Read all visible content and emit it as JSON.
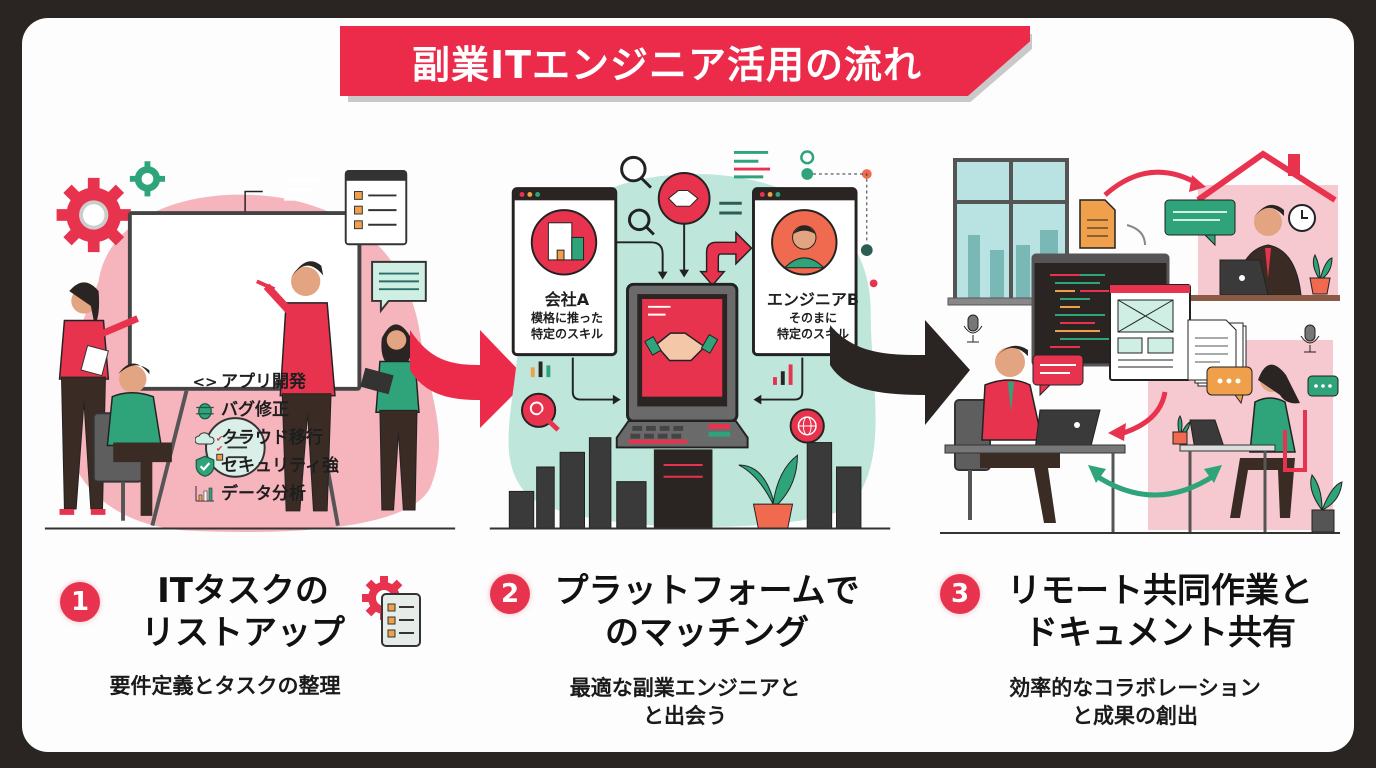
{
  "title": "副業ITエンジニア活用の流れ",
  "colors": {
    "accent": "#ec2b4b",
    "teal": "#2fa37a",
    "mint_bg": "#bfe6da",
    "pink_bg": "#f4a7b2",
    "dark": "#2a2522",
    "orange": "#f0a04b"
  },
  "panel1": {
    "board_items": [
      {
        "icon": "code-icon",
        "glyph": "<>",
        "label": "アプリ開発"
      },
      {
        "icon": "bug-icon",
        "glyph": "🐞",
        "label": "バグ修正"
      },
      {
        "icon": "cloud-icon",
        "glyph": "☁",
        "label": "クラウド移行"
      },
      {
        "icon": "shield-check-icon",
        "glyph": "✔",
        "label": "セキュリティ強"
      },
      {
        "icon": "bar-chart-icon",
        "glyph": "▮",
        "label": "データ分析"
      }
    ]
  },
  "panel2": {
    "company": {
      "name": "会社A",
      "desc_line1": "模格に推った",
      "desc_line2": "特定のスキル"
    },
    "engineer": {
      "name": "エンジニアB",
      "desc_line1": "そのまに",
      "desc_line2": "特定のスキル"
    }
  },
  "steps": [
    {
      "number": "1",
      "title_line1": "ITタスクの",
      "title_line2": "リストアップ",
      "sub_line1": "要件定義とタスクの整理",
      "sub_line2": ""
    },
    {
      "number": "2",
      "title_line1": "プラットフォームで",
      "title_line2": "のマッチング",
      "sub_line1": "最適な副業エンジニアと",
      "sub_line2": "と出会う"
    },
    {
      "number": "3",
      "title_line1": "リモート共同作業と",
      "title_line2": "ドキュメント共有",
      "sub_line1": "効率的なコラボレーション",
      "sub_line2": "と成果の創出"
    }
  ]
}
